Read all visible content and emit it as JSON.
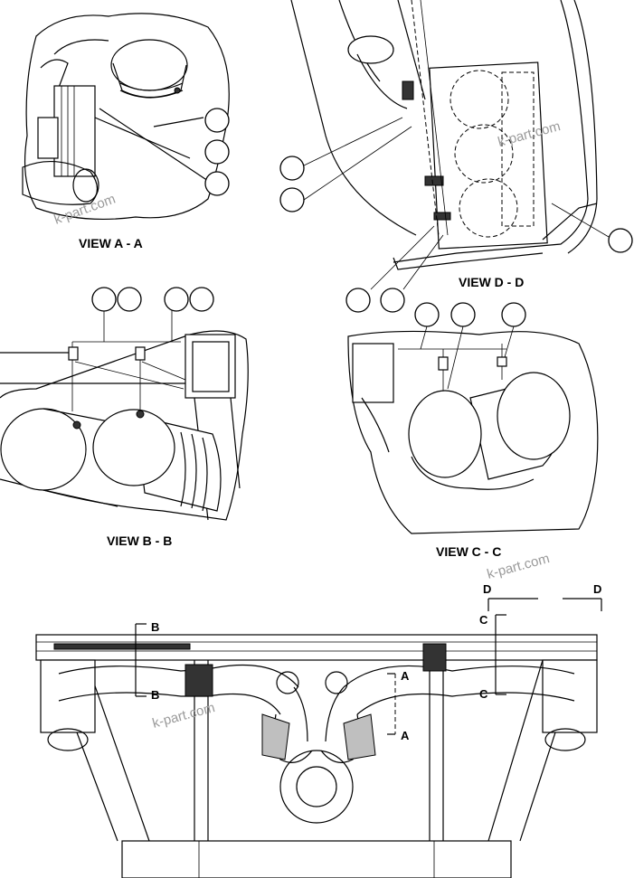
{
  "views": {
    "a": "VIEW A - A",
    "b": "VIEW B - B",
    "c": "VIEW C - C",
    "d": "VIEW D - D"
  },
  "section_markers": {
    "b_top": "B",
    "b_bottom": "B",
    "a_top": "A",
    "a_bottom": "A",
    "c_top": "C",
    "c_bottom": "C",
    "d_left": "D",
    "d_right": "D"
  },
  "watermarks": [
    "k-part.com",
    "k-part.com",
    "k-part.com",
    "k-part.com"
  ]
}
